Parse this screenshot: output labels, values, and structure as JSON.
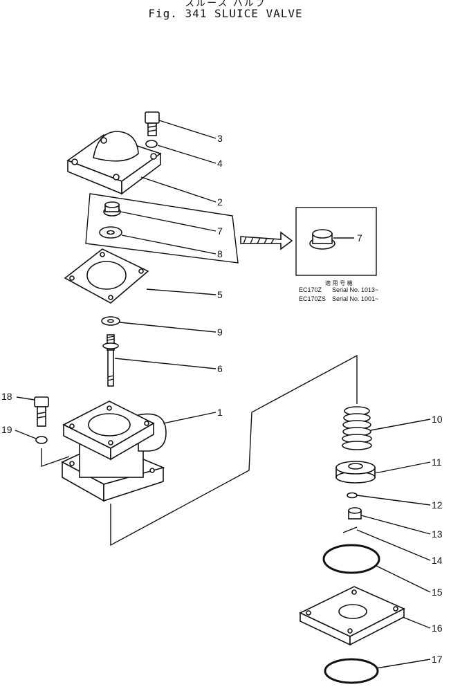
{
  "title_jp": "スルース バルブ",
  "title": "Fig. 341   SLUICE VALVE",
  "callouts": [
    "1",
    "2",
    "3",
    "4",
    "5",
    "6",
    "7",
    "8",
    "9",
    "10",
    "11",
    "12",
    "13",
    "14",
    "15",
    "16",
    "17",
    "18",
    "19"
  ],
  "inset": {
    "part_label": "7",
    "heading_jp": "適 用 号 機",
    "serial_1_model": "EC170Z",
    "serial_1_text": "Serial No. 1013~",
    "serial_2_model": "EC170ZS",
    "serial_2_text": "Serial No. 1001~"
  }
}
